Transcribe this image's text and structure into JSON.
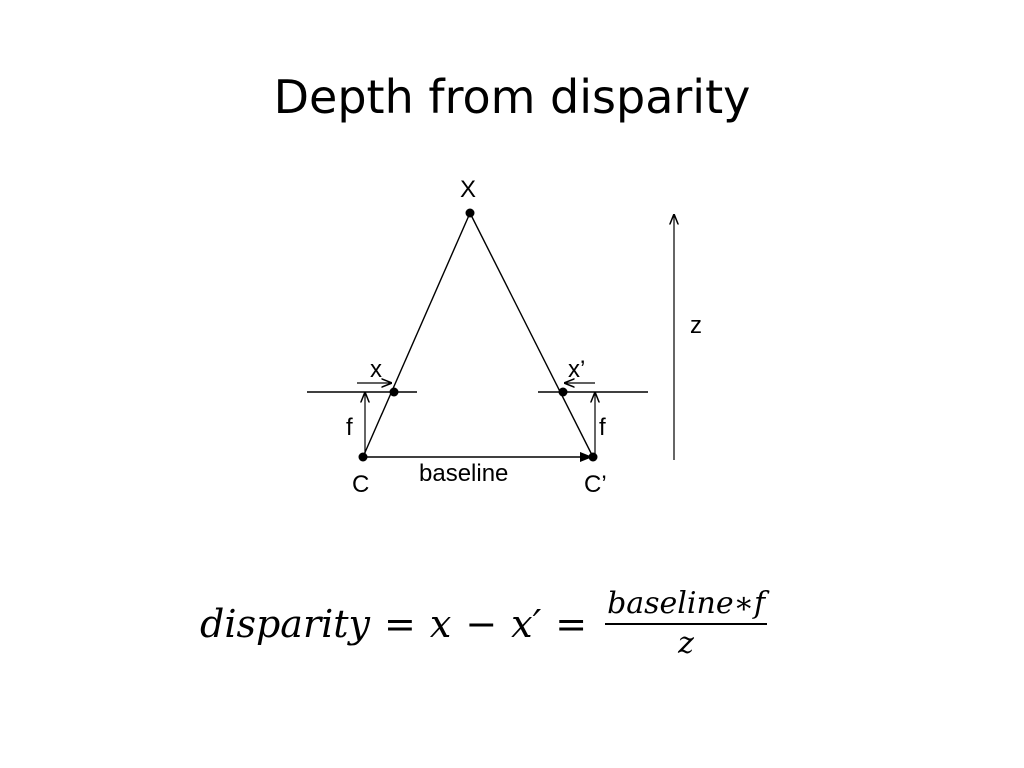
{
  "slide": {
    "title": "Depth from disparity"
  },
  "diagram": {
    "labels": {
      "point": "X",
      "left_image_point": "x",
      "right_image_point": "x’",
      "left_focal": "f",
      "right_focal": "f",
      "left_camera": "C",
      "right_camera": "C’",
      "baseline": "baseline",
      "depth": "z"
    }
  },
  "formula": {
    "lhs": "disparity",
    "eq1": "=",
    "x": "x",
    "minus": "−",
    "xprime": "x′",
    "eq2": "=",
    "numerator": "baseline∗f",
    "denominator": "z"
  }
}
